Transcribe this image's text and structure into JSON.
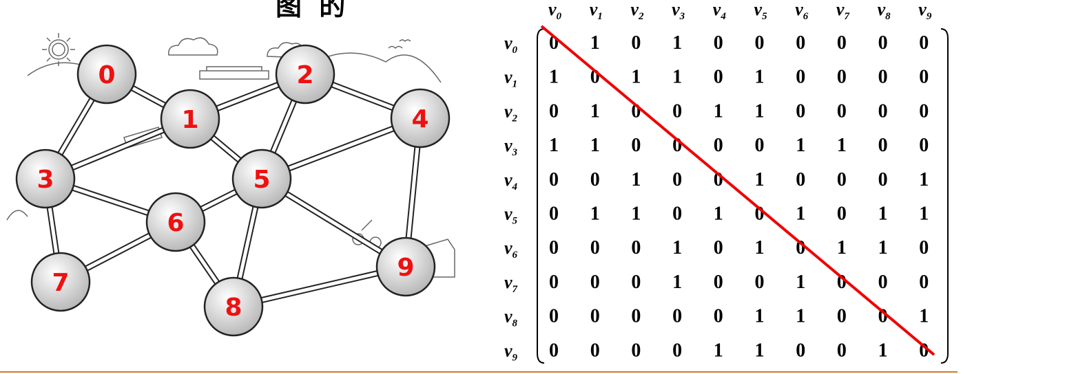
{
  "header": {
    "title_fragment": "图 的"
  },
  "graph": {
    "nodes": [
      "0",
      "1",
      "2",
      "3",
      "4",
      "5",
      "6",
      "7",
      "8",
      "9"
    ],
    "edges": [
      [
        0,
        1
      ],
      [
        0,
        3
      ],
      [
        1,
        2
      ],
      [
        1,
        3
      ],
      [
        1,
        5
      ],
      [
        2,
        4
      ],
      [
        2,
        5
      ],
      [
        3,
        6
      ],
      [
        3,
        7
      ],
      [
        4,
        5
      ],
      [
        4,
        9
      ],
      [
        5,
        6
      ],
      [
        5,
        8
      ],
      [
        5,
        9
      ],
      [
        6,
        7
      ],
      [
        6,
        8
      ],
      [
        8,
        9
      ]
    ]
  },
  "matrix": {
    "row_prefix": "v",
    "indices": [
      "0",
      "1",
      "2",
      "3",
      "4",
      "5",
      "6",
      "7",
      "8",
      "9"
    ],
    "rows": [
      [
        "0",
        "1",
        "0",
        "1",
        "0",
        "0",
        "0",
        "0",
        "0",
        "0"
      ],
      [
        "1",
        "0",
        "1",
        "1",
        "0",
        "1",
        "0",
        "0",
        "0",
        "0"
      ],
      [
        "0",
        "1",
        "0",
        "0",
        "1",
        "1",
        "0",
        "0",
        "0",
        "0"
      ],
      [
        "1",
        "1",
        "0",
        "0",
        "0",
        "0",
        "1",
        "1",
        "0",
        "0"
      ],
      [
        "0",
        "0",
        "1",
        "0",
        "0",
        "1",
        "0",
        "0",
        "0",
        "1"
      ],
      [
        "0",
        "1",
        "1",
        "0",
        "1",
        "0",
        "1",
        "0",
        "1",
        "1"
      ],
      [
        "0",
        "0",
        "0",
        "1",
        "0",
        "1",
        "0",
        "1",
        "1",
        "0"
      ],
      [
        "0",
        "0",
        "0",
        "1",
        "0",
        "0",
        "1",
        "0",
        "0",
        "0"
      ],
      [
        "0",
        "0",
        "0",
        "0",
        "0",
        "1",
        "1",
        "0",
        "0",
        "1"
      ],
      [
        "0",
        "0",
        "0",
        "0",
        "1",
        "1",
        "0",
        "0",
        "1",
        "0"
      ]
    ]
  },
  "colors": {
    "node_label": "#ee1111",
    "diagonal_line": "#ee0000",
    "bottom_rule": "#d67a1f"
  }
}
